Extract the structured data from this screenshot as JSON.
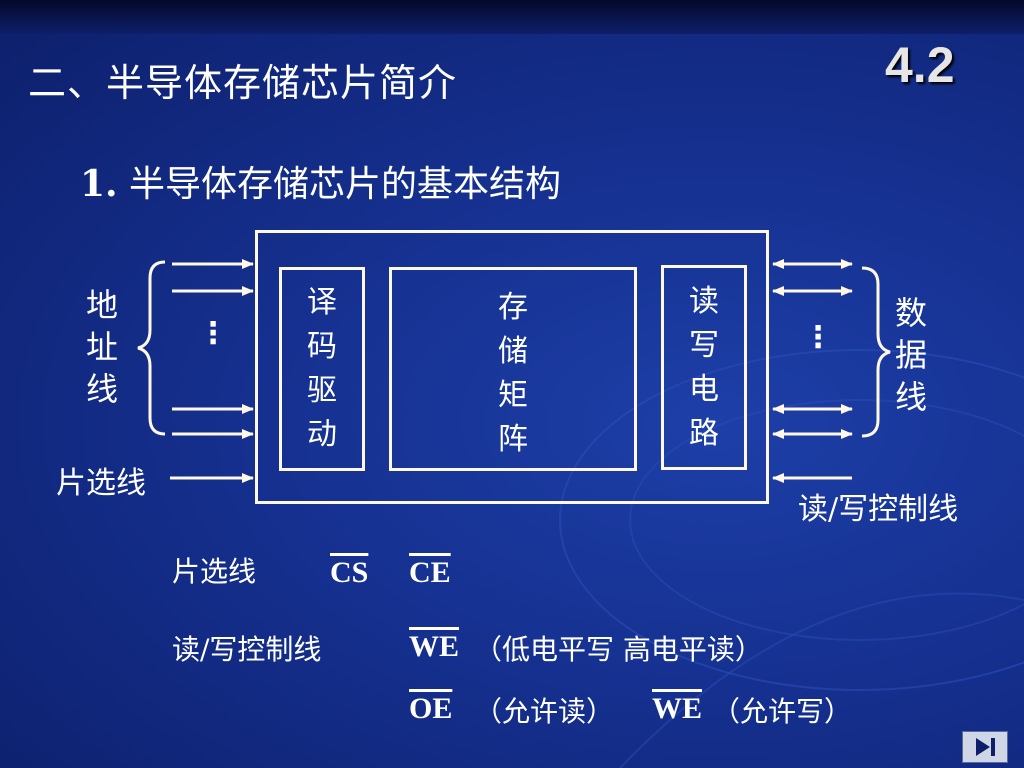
{
  "header": {
    "title": "二、半导体存储芯片简介",
    "section_number": "4.2"
  },
  "subtitle": {
    "number": "1.",
    "text": "半导体存储芯片的基本结构"
  },
  "diagram": {
    "address_label": [
      "地",
      "址",
      "线"
    ],
    "data_label": [
      "数",
      "据",
      "线"
    ],
    "decoder_chars": [
      "译",
      "码",
      "驱",
      "动"
    ],
    "matrix_chars": [
      "存",
      "储",
      "矩",
      "阵"
    ],
    "rw_circuit_chars": [
      "读",
      "写",
      "电",
      "路"
    ],
    "chip_select_line": "片选线",
    "rw_control_line": "读/写控制线",
    "ellipsis": "⋮"
  },
  "signals": {
    "chip_select_label": "片选线",
    "cs": "CS",
    "ce": "CE",
    "rw_label": "读/写控制线",
    "we": "WE",
    "we_note": "（低电平写  高电平读）",
    "oe": "OE",
    "oe_note": "（允许读）",
    "we2": "WE",
    "we2_note": "（允许写）"
  },
  "nav": {
    "icon": "next-slide-icon"
  }
}
